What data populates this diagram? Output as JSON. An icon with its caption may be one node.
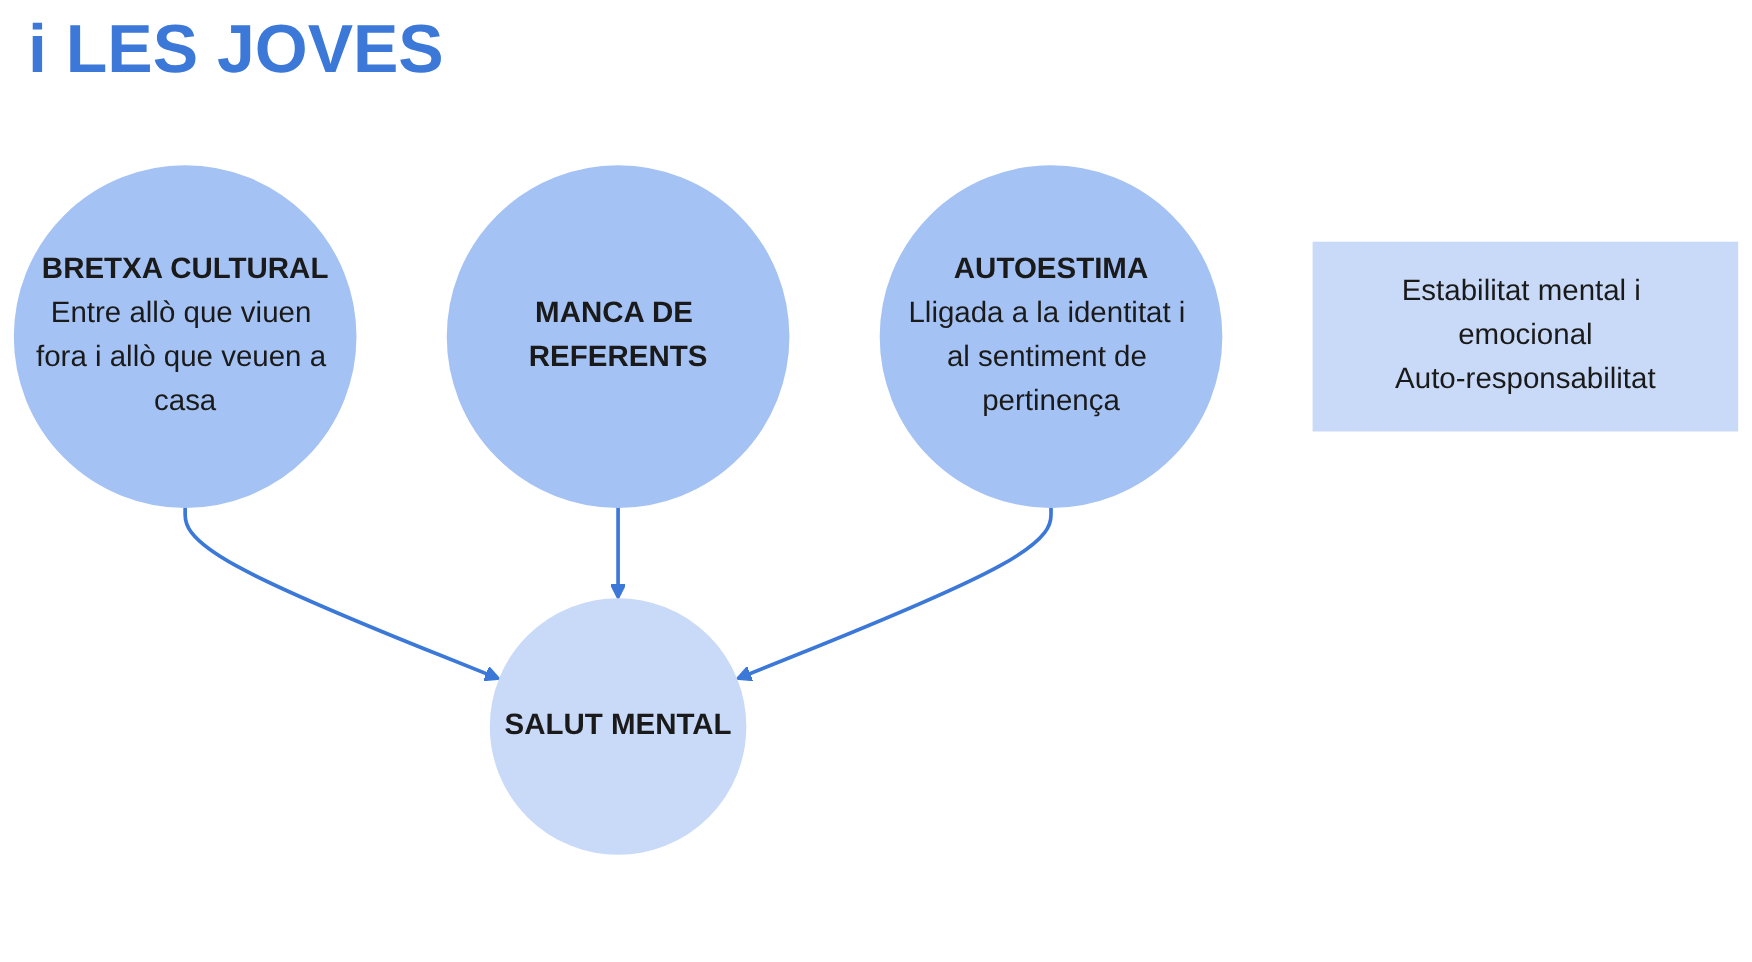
{
  "diagram": {
    "title": "i LES JOVES",
    "nodes": [
      {
        "text": [
          "BRETXA CULTURAL",
          "Entre allò que viuen fora i allò que veuen a casa"
        ]
      },
      {
        "text": [
          "MANCA DE REFERENTS"
        ]
      },
      {
        "text": [
          "AUTOESTIMA",
          "Lligada a la identitat i al sentiment de pertinença"
        ]
      },
      {
        "text": [
          "SALUT MENTAL"
        ]
      },
      {
        "text": [
          "Estabilitat mental i emocional",
          "Auto-responsabilitat"
        ]
      }
    ],
    "edges": [
      {
        "from": 0,
        "to": 3,
        "arrow": "to"
      },
      {
        "from": 1,
        "to": 3,
        "arrow": "to"
      },
      {
        "from": 2,
        "to": 3,
        "arrow": "to"
      }
    ]
  }
}
